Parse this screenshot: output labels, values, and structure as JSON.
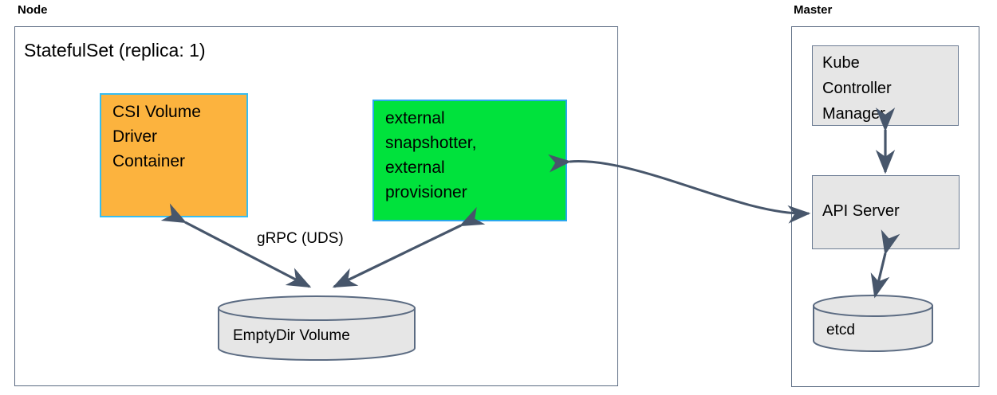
{
  "diagram": {
    "type": "architecture-diagram",
    "title": "CSI driver deployment on Kubernetes",
    "zones": [
      {
        "id": "node",
        "label": "Node",
        "title": "StatefulSet (replica: 1)"
      },
      {
        "id": "master",
        "label": "Master",
        "title": ""
      }
    ],
    "nodes": [
      {
        "id": "csi-volume-driver-container",
        "lines": [
          "CSI Volume",
          "Driver",
          "Container"
        ],
        "shape": "rect",
        "fill": "#fcb33e",
        "stroke": "#37bdf2"
      },
      {
        "id": "external-sidecars",
        "lines": [
          "external",
          "snapshotter,",
          "external",
          "provisioner"
        ],
        "shape": "rect",
        "fill": "#00e23c",
        "stroke": "#2aa8ee"
      },
      {
        "id": "emptydir-volume",
        "lines": [
          "EmptyDir Volume"
        ],
        "shape": "cylinder",
        "fill": "#e6e6e6",
        "stroke": "#5b6b82"
      },
      {
        "id": "kube-controller-manager",
        "lines": [
          "Kube",
          "Controller",
          "Manager"
        ],
        "shape": "rect",
        "fill": "#e6e6e6",
        "stroke": "#6c7c93"
      },
      {
        "id": "api-server",
        "lines": [
          "API Server"
        ],
        "shape": "rect",
        "fill": "#e6e6e6",
        "stroke": "#6c7c93"
      },
      {
        "id": "etcd",
        "lines": [
          "etcd"
        ],
        "shape": "cylinder",
        "fill": "#e6e6e6",
        "stroke": "#5b6b82"
      }
    ],
    "edges": [
      {
        "id": "driver-to-emptydir",
        "from": "csi-volume-driver-container",
        "to": "emptydir-volume",
        "label": "gRPC (UDS)",
        "direction": "both"
      },
      {
        "id": "sidecars-to-emptydir",
        "from": "external-sidecars",
        "to": "emptydir-volume",
        "label": "",
        "direction": "both"
      },
      {
        "id": "sidecars-to-api-server",
        "from": "external-sidecars",
        "to": "api-server",
        "label": "",
        "direction": "both"
      },
      {
        "id": "kcm-to-api-server",
        "from": "kube-controller-manager",
        "to": "api-server",
        "label": "",
        "direction": "both"
      },
      {
        "id": "api-server-to-etcd",
        "from": "api-server",
        "to": "etcd",
        "label": "",
        "direction": "both"
      }
    ],
    "colors": {
      "arrow": "#47566b",
      "zone_border": "#5b6b82",
      "orange_fill": "#fcb33e",
      "green_fill": "#00e23c",
      "gray_fill": "#e6e6e6",
      "cyan_border": "#37bdf2"
    }
  }
}
